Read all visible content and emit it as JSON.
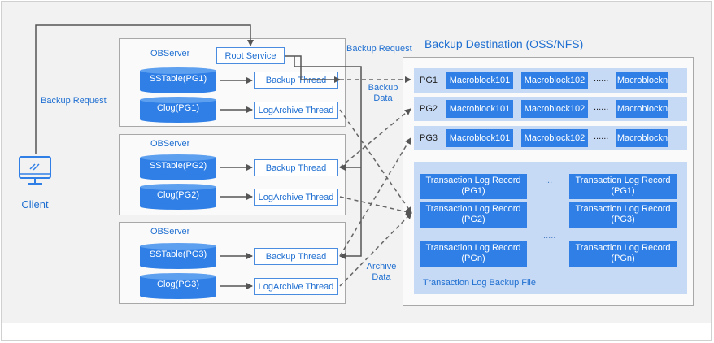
{
  "client": {
    "label": "Client",
    "icon": "monitor-icon"
  },
  "labels": {
    "backup_request_left": "Backup Request",
    "backup_request_top": "Backup Request",
    "backup_data_1": "Backup",
    "backup_data_2": "Data",
    "archive_data_1": "Archive",
    "archive_data_2": "Data"
  },
  "servers": [
    {
      "name": "OBServer",
      "root_service": "Root Service",
      "sstable": "SSTable(PG1)",
      "clog": "Clog(PG1)",
      "backup_thread": "Backup Thread",
      "logarchive_thread": "LogArchive Thread"
    },
    {
      "name": "OBServer",
      "sstable": "SSTable(PG2)",
      "clog": "Clog(PG2)",
      "backup_thread": "Backup Thread",
      "logarchive_thread": "LogArchive Thread"
    },
    {
      "name": "OBServer",
      "sstable": "SSTable(PG3)",
      "clog": "Clog(PG3)",
      "backup_thread": "Backup Thread",
      "logarchive_thread": "LogArchive Thread"
    }
  ],
  "destination": {
    "title": "Backup Destination (OSS/NFS)",
    "rows": [
      {
        "pg": "PG1",
        "mb1": "Macroblock101",
        "mb2": "Macroblock102",
        "dots": "......",
        "mbn": "Macroblockn"
      },
      {
        "pg": "PG2",
        "mb1": "Macroblock101",
        "mb2": "Macroblock102",
        "dots": "......",
        "mbn": "Macroblockn"
      },
      {
        "pg": "PG3",
        "mb1": "Macroblock101",
        "mb2": "Macroblock102",
        "dots": "......",
        "mbn": "Macroblockn"
      }
    ],
    "log_records": [
      {
        "line1": "Transaction Log Record",
        "line2": "(PG1)"
      },
      {
        "line1": "Transaction Log Record",
        "line2": "(PG1)"
      },
      {
        "line1": "Transaction Log Record",
        "line2": "(PG2)"
      },
      {
        "line1": "Transaction Log Record",
        "line2": "(PG3)"
      },
      {
        "line1": "Transaction Log Record",
        "line2": "(PGn)"
      },
      {
        "line1": "Transaction Log Record",
        "line2": "(PGn)"
      }
    ],
    "log_dots_top": "...",
    "log_dots_mid": "......",
    "log_file_label": "Transaction Log Backup File"
  },
  "colors": {
    "accent": "#2f7fe6",
    "label_blue": "#1f6fd1",
    "row_bg": "#c6d9f5",
    "arrow": "#555555"
  }
}
